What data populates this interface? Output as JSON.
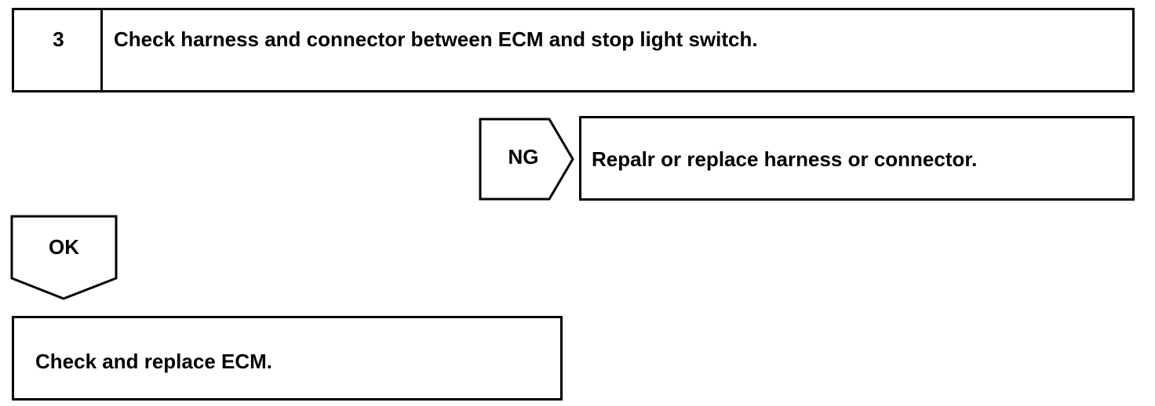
{
  "step": {
    "number": "3",
    "title": "Check harness and connector between ECM and stop light switch."
  },
  "ng_branch": {
    "label": "NG",
    "action": "Repalr or replace harness or connector."
  },
  "ok_branch": {
    "label": "OK",
    "action": "Check and replace ECM."
  }
}
